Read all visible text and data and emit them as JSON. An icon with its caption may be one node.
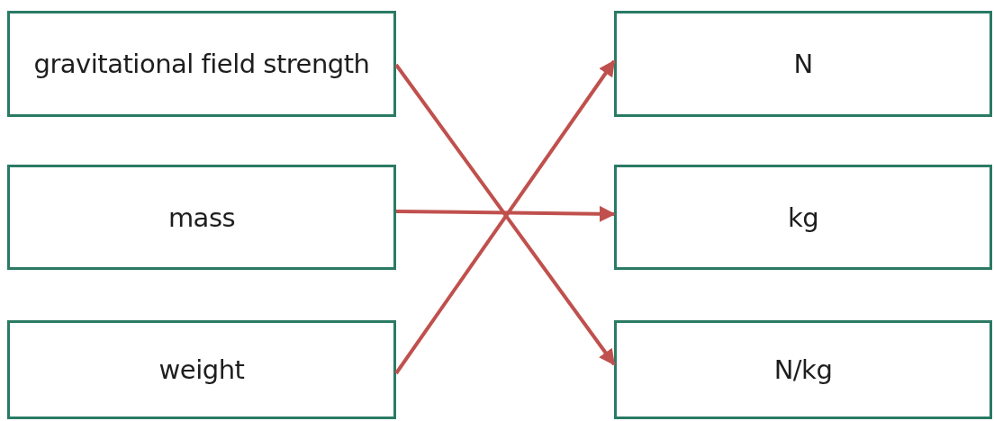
{
  "diagram": {
    "nodes": [
      {
        "text": [
          "gravitational field strength"
        ]
      },
      {
        "text": [
          "mass"
        ]
      },
      {
        "text": [
          "weight"
        ]
      },
      {
        "text": [
          "N"
        ]
      },
      {
        "text": [
          "kg"
        ]
      },
      {
        "text": [
          "N/kg"
        ]
      }
    ],
    "edges": [
      {
        "from": 0,
        "to": 5,
        "arrow": "to"
      },
      {
        "from": 1,
        "to": 4,
        "arrow": "to"
      },
      {
        "from": 2,
        "to": 3,
        "arrow": "to"
      }
    ]
  }
}
